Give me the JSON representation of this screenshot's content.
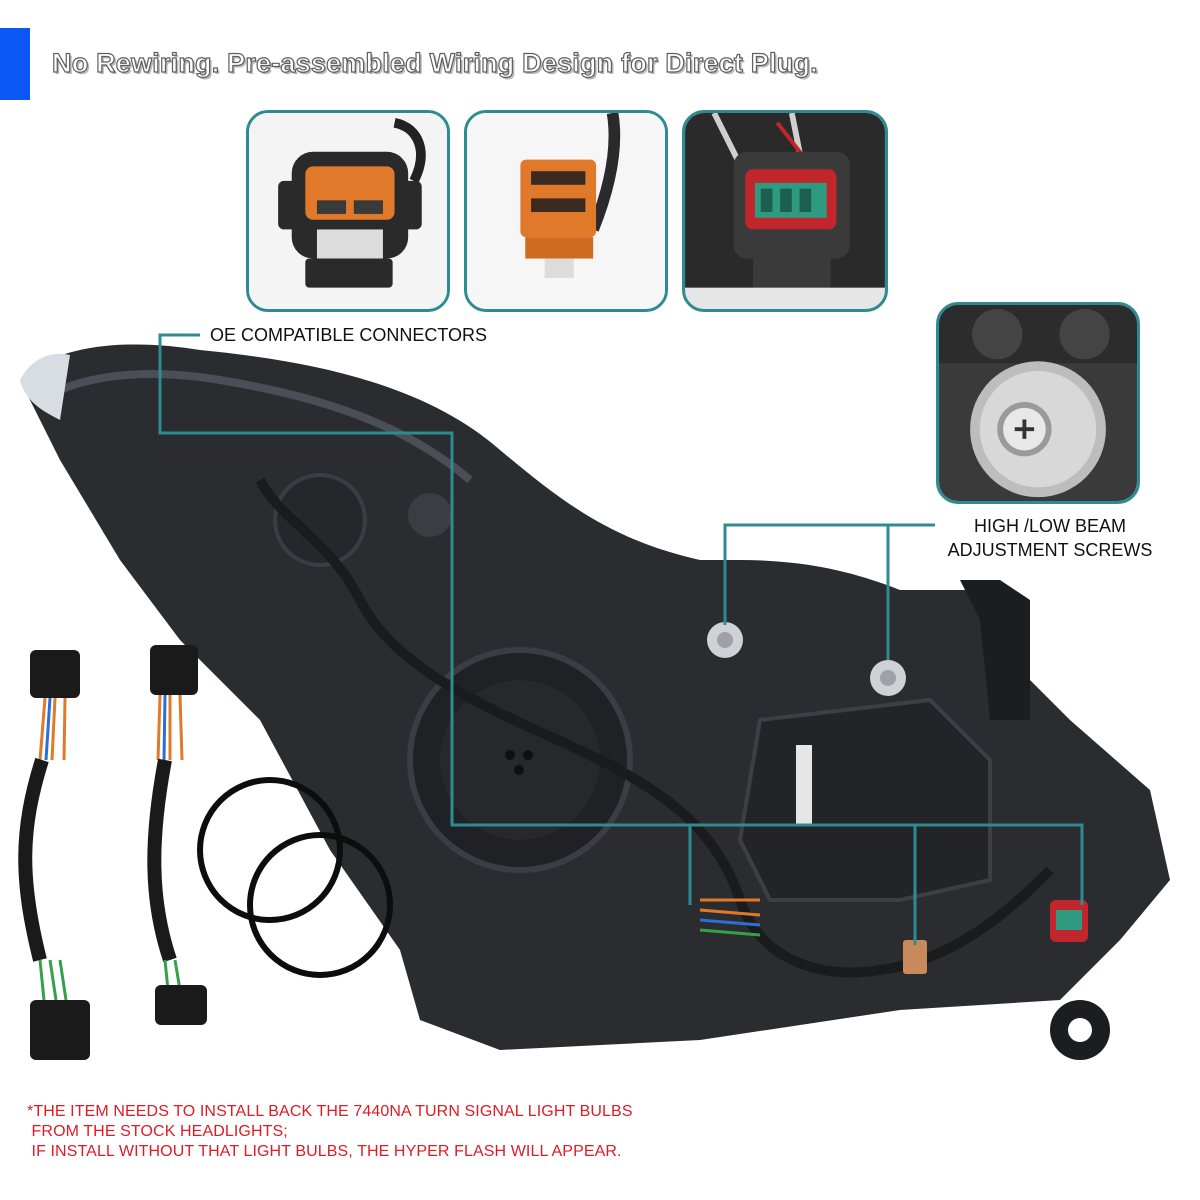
{
  "headline": "No Rewiring. Pre-assembled Wiring Design for Direct Plug.",
  "callouts": {
    "oe_connectors": "OE COMPATIBLE CONNECTORS",
    "beam_screws_line1": "HIGH /LOW BEAM",
    "beam_screws_line2": "ADJUSTMENT SCREWS"
  },
  "notice": {
    "line1": "*THE ITEM NEEDS TO INSTALL BACK THE 7440NA TURN SIGNAL LIGHT BULBS",
    "line2": " FROM THE STOCK HEADLIGHTS;",
    "line3": " IF INSTALL WITHOUT THAT LIGHT BULBS, THE HYPER FLASH WILL APPEAR."
  },
  "colors": {
    "accent": "#0a57f5",
    "callout_line": "#2f8b92",
    "notice": "#e01b24",
    "housing": "#2a2c30",
    "connector_orange": "#e07a2a",
    "connector_green": "#2e9a80",
    "connector_red": "#c0262c"
  }
}
